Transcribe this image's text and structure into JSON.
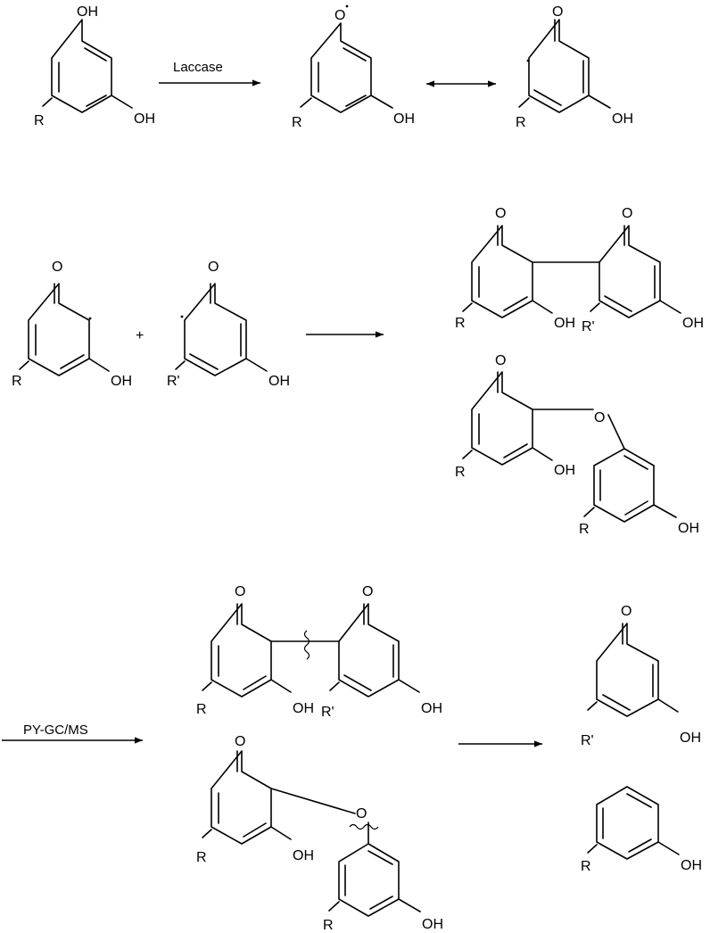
{
  "reagents": {
    "step1": "Laccase",
    "step3": "PY-GC/MS"
  },
  "atoms": {
    "oh": "OH",
    "o": "O",
    "r": "R",
    "r_prime": "R'",
    "plus": "+"
  }
}
